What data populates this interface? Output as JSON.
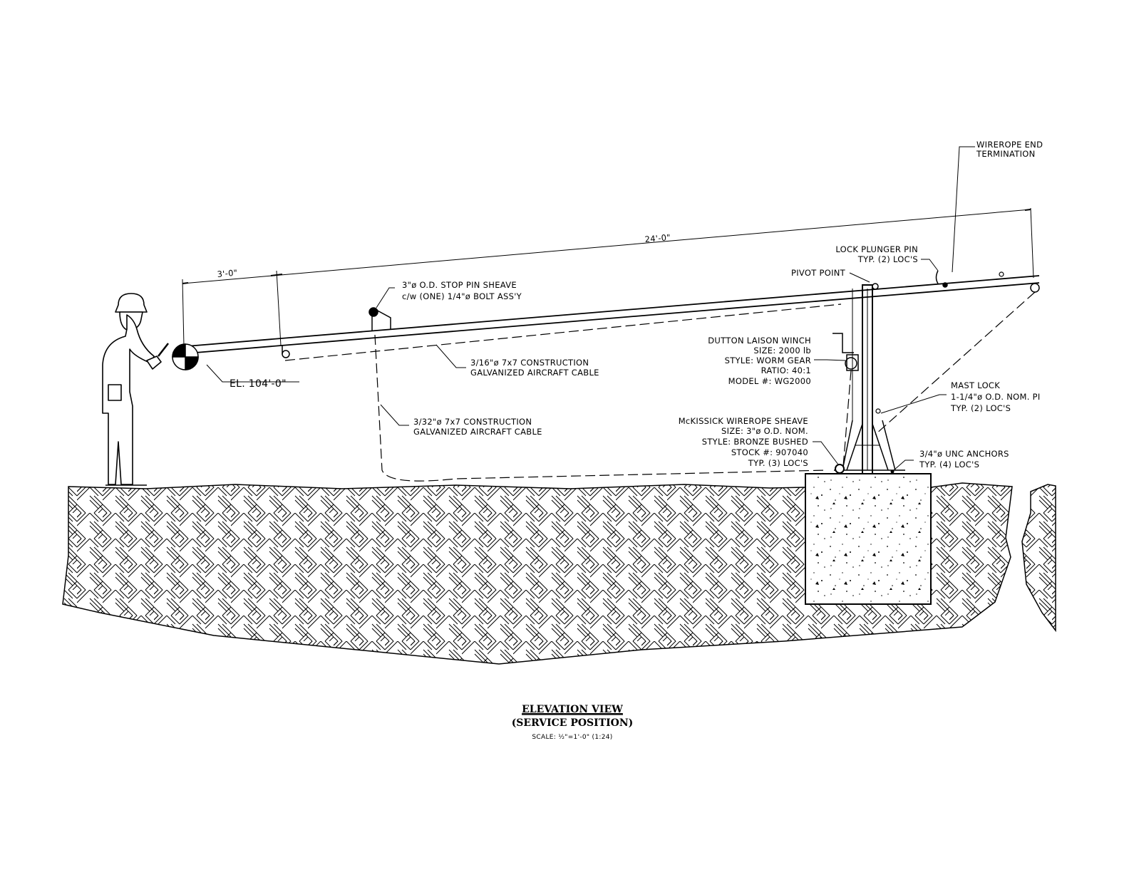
{
  "dimensions": {
    "overall": "24'-0\"",
    "tip": "3'-0\""
  },
  "elevation": "EL. 104'-0\"",
  "labels": {
    "wirerope_end": [
      "WIREROPE END",
      "TERMINATION"
    ],
    "lock_plunger": [
      "LOCK PLUNGER PIN",
      "TYP. (2) LOC'S"
    ],
    "pivot_point": "PIVOT POINT",
    "stop_pin": [
      "3\"ø O.D. STOP PIN SHEAVE",
      "c/w (ONE) 1/4\"ø BOLT ASS'Y"
    ],
    "cable_316": [
      "3/16\"ø 7x7 CONSTRUCTION",
      "GALVANIZED AIRCRAFT CABLE"
    ],
    "cable_332": [
      "3/32\"ø 7x7 CONSTRUCTION",
      "GALVANIZED AIRCRAFT CABLE"
    ],
    "winch": [
      "DUTTON LAISON WINCH",
      "SIZE: 2000 lb",
      "STYLE: WORM GEAR",
      "RATIO: 40:1",
      "MODEL #: WG2000"
    ],
    "mast_lock": [
      "MAST LOCK",
      "1-1/4\"ø O.D. NOM. PI",
      "TYP. (2) LOC'S"
    ],
    "sheave": [
      "McKISSICK WIREROPE SHEAVE",
      "SIZE: 3\"ø O.D. NOM.",
      "STYLE: BRONZE BUSHED",
      "STOCK #: 907040",
      "TYP. (3) LOC'S"
    ],
    "anchors": [
      "3/4\"ø UNC ANCHORS",
      "TYP. (4) LOC'S"
    ]
  },
  "title": {
    "main": "ELEVATION VIEW",
    "sub": "(SERVICE POSITION)",
    "scale": "SCALE: ½\"=1'-0\" (1:24)"
  }
}
